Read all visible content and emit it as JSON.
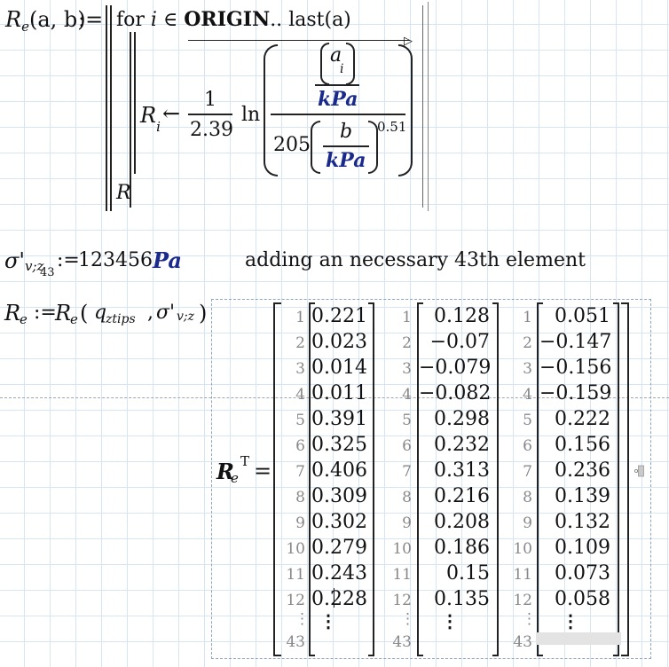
{
  "definition": {
    "fn_name": "R",
    "fn_sub": "e",
    "fn_args": "(a, b)",
    "assign": ":=",
    "for_keyword": "for",
    "loop_var": "i",
    "elem_of": "∈",
    "origin": "ORIGIN",
    "range_dots": "..",
    "last_call": "last",
    "last_arg": "(a)",
    "result_var": "R",
    "result_sub": "i",
    "arrow": "←",
    "coef_num": "1",
    "coef_den": "2.39",
    "ln": "ln",
    "num_a": "a",
    "num_a_sub": "i",
    "unit": "kPa",
    "den_coef": "205",
    "den_b": "b",
    "exponent": "0.51",
    "return_var": "R"
  },
  "sigma_def": {
    "symbol": "σ'",
    "sub": "v;z",
    "sub_sub": "43",
    "assign": ":=",
    "value": "123456",
    "unit": "Pa",
    "comment": "adding an necessary 43th element"
  },
  "re_call": {
    "lhs": "R",
    "lhs_sub": "e",
    "assign": ":=",
    "fn": "R",
    "fn_sub": "e",
    "arg1": "q",
    "arg1_sub": "ztips",
    "arg2": "σ'",
    "arg2_sub": "v;z"
  },
  "matrix": {
    "lhs": "R",
    "lhs_sub": "e",
    "transpose": "T",
    "equals": "=",
    "indices": [
      "1",
      "2",
      "3",
      "4",
      "5",
      "6",
      "7",
      "8",
      "9",
      "10",
      "11",
      "12"
    ],
    "last_index": "43",
    "ellipsis": "⋮",
    "col1": [
      "0.221",
      "0.023",
      "0.014",
      "0.011",
      "0.391",
      "0.325",
      "0.406",
      "0.309",
      "0.302",
      "0.279",
      "0.243",
      "0.228"
    ],
    "col2": [
      "0.128",
      "−0.07",
      "−0.079",
      "−0.082",
      "0.298",
      "0.232",
      "0.313",
      "0.216",
      "0.208",
      "0.186",
      "0.15",
      "0.135"
    ],
    "col3": [
      "0.051",
      "−0.147",
      "−0.156",
      "−0.159",
      "0.222",
      "0.156",
      "0.236",
      "0.139",
      "0.132",
      "0.109",
      "0.073",
      "0.058"
    ]
  }
}
